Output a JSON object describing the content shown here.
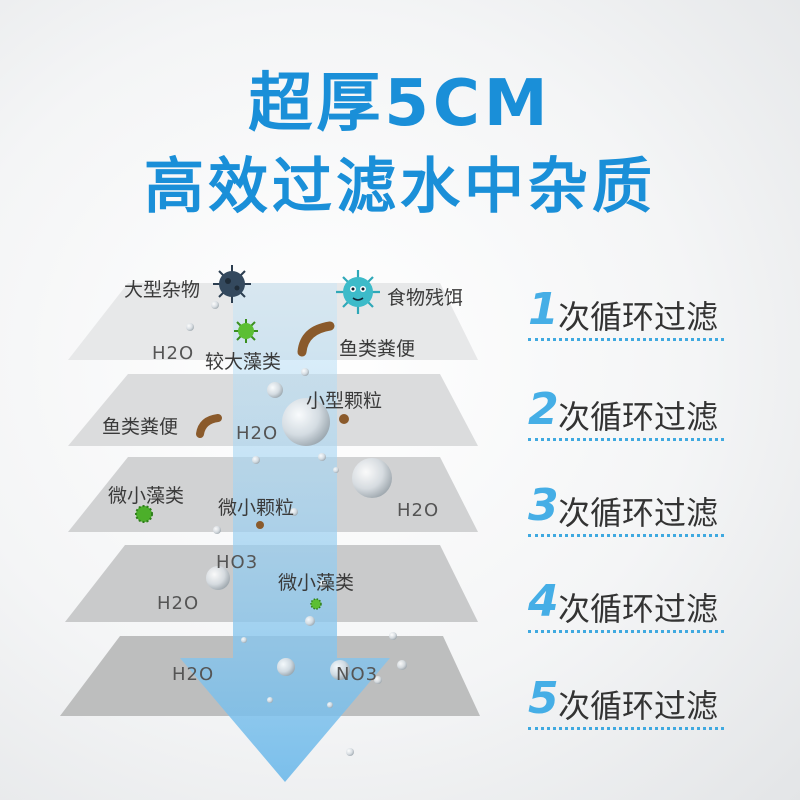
{
  "headline": {
    "line1": "超厚5CM",
    "line2": "高效过滤水中杂质"
  },
  "layer_labels": {
    "l1_large_debris": "大型杂物",
    "l1_food_residue": "食物残饵",
    "l1_h2o": "H2O",
    "l1_large_algae": "较大藻类",
    "l1_fish_waste": "鱼类粪便",
    "l2_small_particles": "小型颗粒",
    "l2_fish_waste": "鱼类粪便",
    "l2_h2o": "H2O",
    "l3_micro_algae": "微小藻类",
    "l3_micro_particles": "微小颗粒",
    "l3_h2o": "H2O",
    "l4_no3": "HO3",
    "l4_micro_algae": "微小藻类",
    "l4_h2o": "H2O",
    "l5_h2o": "H2O",
    "l5_no3": "NO3"
  },
  "passes": [
    {
      "num": "1",
      "text": "次循环过滤"
    },
    {
      "num": "2",
      "text": "次循环过滤"
    },
    {
      "num": "3",
      "text": "次循环过滤"
    },
    {
      "num": "4",
      "text": "次循环过滤"
    },
    {
      "num": "5",
      "text": "次循环过滤"
    }
  ],
  "colors": {
    "headline": "#1a8fd8",
    "pass_number": "#45aee6",
    "dotted_rule": "#3fa9e0",
    "arrow": "#7fc3ec",
    "virus_dark": "#2c3e50",
    "virus_teal": "#2fa8b8",
    "algae_green": "#4caf2a",
    "waste_brown": "#8a5a2b"
  },
  "icons": [
    "virus-icon",
    "germ-icon",
    "algae-icon",
    "fish-waste-icon",
    "water-droplet-icon"
  ]
}
